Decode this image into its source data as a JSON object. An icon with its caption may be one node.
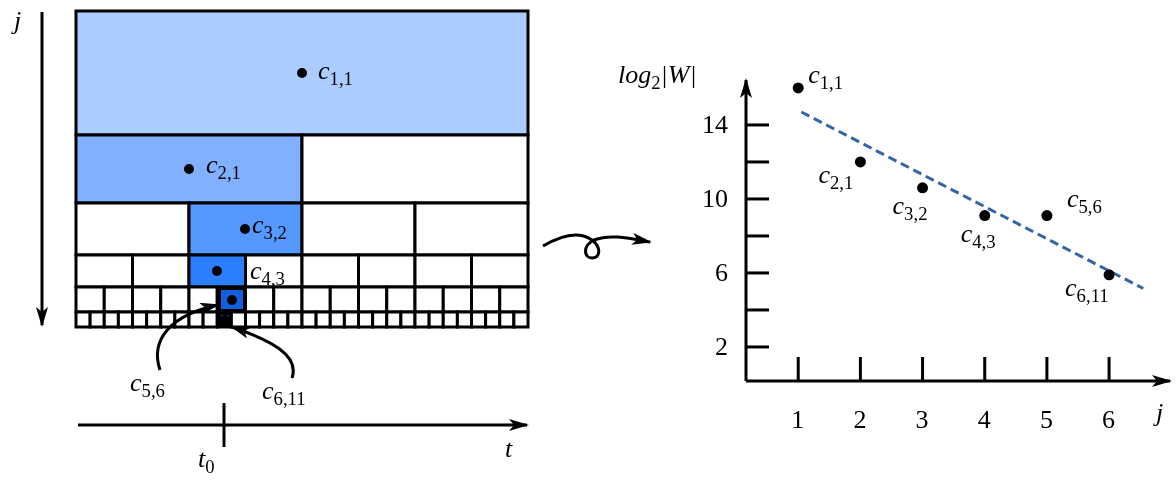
{
  "diagram": {
    "nodes": [
      {
        "text": [
          "*c*$_{5,6}$"
        ]
      },
      {
        "text": [],
        "shape": "box"
      },
      {
        "text": [
          "*c*$_{6,11}$"
        ]
      },
      {
        "text": [],
        "shape": "box"
      }
    ],
    "edges": [
      {
        "from": 0,
        "to": 1,
        "arrow": "to"
      },
      {
        "from": 2,
        "to": 3,
        "arrow": "to"
      }
    ],
    "labels": [
      "j",
      "*c*$_{1,1}$",
      "*c*$_{2,1}$",
      "*c*$_{3,2}$",
      "*c*$_{4,3}$",
      "t",
      "*t*$_{0}$"
    ],
    "chart_data": {
      "type": "scatter",
      "xlabel": "j",
      "ylabel": "*log*$_{2}$|*W*|",
      "x": [
        1,
        2,
        3,
        4,
        5,
        6
      ],
      "series": [
        {
          "color": "#000000",
          "values": [
            16,
            12,
            10.6,
            9.1,
            9.1,
            5.9
          ]
        }
      ],
      "xlim": [
        0.16,
        6.98
      ],
      "ylim": [
        0.16,
        16.43
      ],
      "xticks": [
        1,
        2,
        3,
        4,
        5,
        6
      ],
      "yticks": [
        2,
        6,
        10,
        14
      ],
      "annotations": [
        {
          "x": 1,
          "y": 16,
          "text": "*c*$_{1,1}$"
        },
        {
          "x": 2,
          "y": 12,
          "text": "*c*$_{2,1}$"
        },
        {
          "x": 3,
          "y": 10.6,
          "text": "*c*$_{3,2}$"
        },
        {
          "x": 4,
          "y": 9.1,
          "text": "*c*$_{4,3}$"
        },
        {
          "x": 5,
          "y": 9.1,
          "text": "*c*$_{5,6}$"
        },
        {
          "x": 6,
          "y": 5.9,
          "text": "*c*$_{6,11}$"
        }
      ]
    }
  }
}
